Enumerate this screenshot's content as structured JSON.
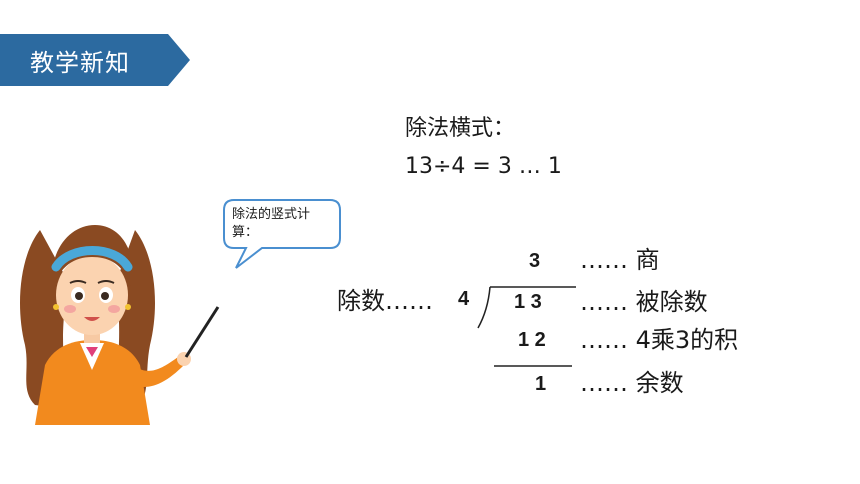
{
  "header": {
    "title": "教学新知"
  },
  "equation": {
    "caption": "除法横式：",
    "expression": "13÷4 = 3 … 1"
  },
  "bubble": {
    "text": "除法的竖式计算："
  },
  "long_division": {
    "divisor_label": "除数……",
    "divisor": "4",
    "quotient": "3",
    "dividend": "1 3",
    "product": "1 2",
    "remainder": "1",
    "quotient_label": "…… 商",
    "dividend_label": "…… 被除数",
    "product_label": "…… 4乘3的积",
    "remainder_label": "…… 余数"
  },
  "colors": {
    "banner": "#2c6aa0",
    "bubble_border": "#4a8fd0",
    "teacher_shirt": "#f28a1e"
  }
}
